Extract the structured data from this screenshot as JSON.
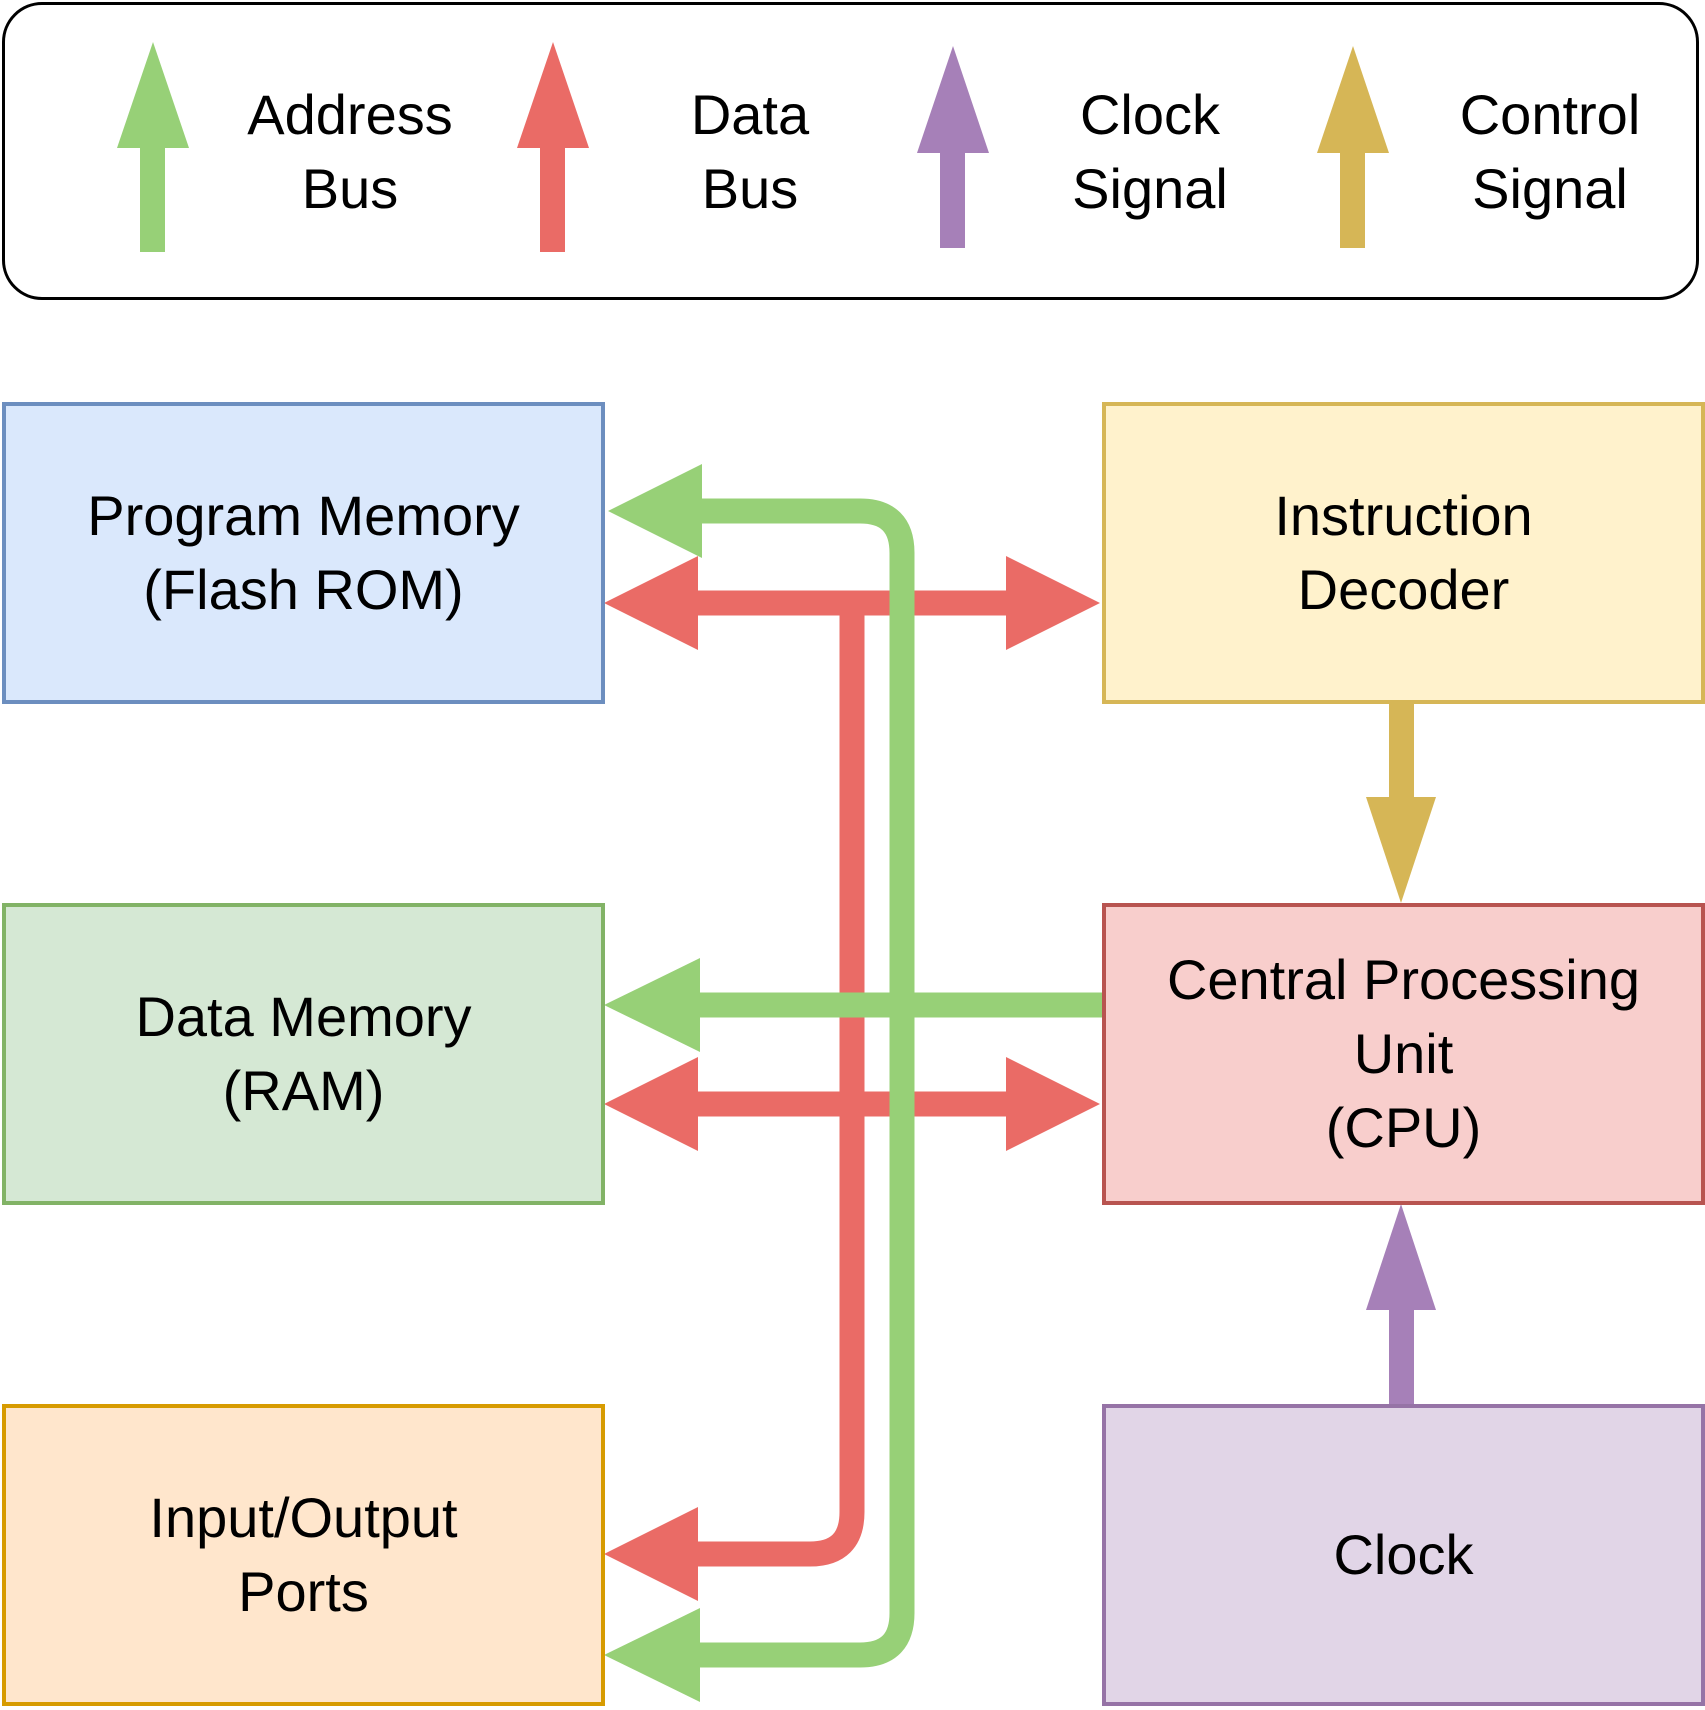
{
  "colors": {
    "address": "#97d077",
    "data": "#ea6b66",
    "clock": "#a680b8",
    "control": "#d6b656"
  },
  "legend": {
    "items": [
      {
        "key": "address",
        "line1": "Address",
        "line2": "Bus"
      },
      {
        "key": "data",
        "line1": "Data",
        "line2": "Bus"
      },
      {
        "key": "clock",
        "line1": "Clock",
        "line2": "Signal"
      },
      {
        "key": "control",
        "line1": "Control",
        "line2": "Signal"
      }
    ]
  },
  "blocks": {
    "program_memory": {
      "line1": "Program Memory",
      "line2": "(Flash ROM)",
      "fill": "#dae8fc",
      "stroke": "#6c8ebf"
    },
    "data_memory": {
      "line1": "Data Memory",
      "line2": "(RAM)",
      "fill": "#d5e8d4",
      "stroke": "#82b366"
    },
    "io_ports": {
      "line1": "Input/Output",
      "line2": "Ports",
      "fill": "#ffe6cc",
      "stroke": "#d79b00"
    },
    "instruction_decoder": {
      "line1": "Instruction",
      "line2": "Decoder",
      "fill": "#fff2cc",
      "stroke": "#d6b656"
    },
    "cpu": {
      "line1": "Central Processing",
      "line2": "Unit",
      "line3": "(CPU)",
      "fill": "#f8cecc",
      "stroke": "#b85450"
    },
    "clock": {
      "line1": "Clock",
      "fill": "#e1d5e7",
      "stroke": "#9673a6"
    }
  }
}
